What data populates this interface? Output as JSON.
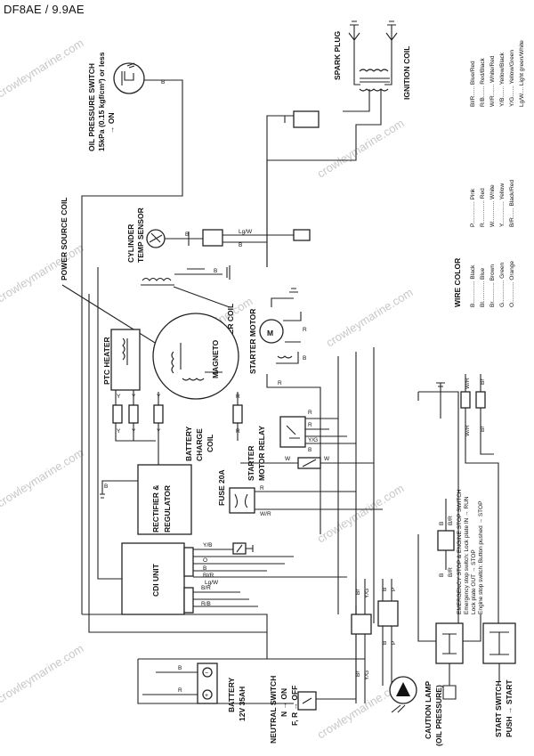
{
  "header": {
    "title": "DF8AE / 9.9AE"
  },
  "components": {
    "oil_pressure_switch": "OIL PRESSURE SWITCH",
    "oil_pressure_spec1": "15kPa (0.15 kgf/cm²) or less",
    "oil_pressure_spec2": "→ ON",
    "spark_plug": "SPARK PLUG",
    "ignition_coil": "IGNITION COIL",
    "power_source_coil": "POWER SOURCE COIL",
    "cylinder_temp_sensor1": "CYLINDER",
    "cylinder_temp_sensor2": "TEMP SENSOR",
    "pulser_coil": "PULSER COIL",
    "starter_motor": "STARTER MOTOR",
    "starter_motor_symbol": "M",
    "ptc_heater": "PTC HEATER",
    "magneto": "MAGNETO",
    "battery_charge_coil1": "BATTERY",
    "battery_charge_coil2": "CHARGE",
    "battery_charge_coil3": "COIL",
    "starter_motor_relay1": "STARTER",
    "starter_motor_relay2": "MOTOR RELAY",
    "rectifier1": "RECTIFIER &",
    "rectifier2": "REGULATOR",
    "fuse": "FUSE 20A",
    "cdi_unit": "CDI UNIT",
    "battery1": "BATTERY",
    "battery2": "12V  35AH",
    "neutral_switch1": "NEUTRAL SWITCH",
    "neutral_switch2": "N → ON",
    "neutral_switch3": "F, R → OFF",
    "caution_lamp1": "CAUTION LAMP",
    "caution_lamp2": "(OIL PRESSURE)",
    "start_switch1": "START SWITCH",
    "start_switch2": "PUSH → START",
    "emergency_stop1": "EMERGENCY STOP & ENGINE STOP SWITCH",
    "emergency_stop2": "Emergency stop switch: Lock plate IN → RUN",
    "emergency_stop3": "Lock plate OUT → STOP",
    "emergency_stop4": "Engine stop switch:     Button pushed → STOP"
  },
  "wire_color_title": "WIRE COLOR",
  "wire_colors_left": [
    "B.............. Black",
    "Bl............. Blue",
    "Br............ Brown",
    "G.............. Green",
    "O............. Orange"
  ],
  "wire_colors_mid": [
    "P.............. Pink",
    "R.............. Red",
    "W............. White",
    "Y.............. Yellow",
    "B/R...... Black/Red"
  ],
  "wire_colors_right": [
    "Bl/R...... Blue/Red",
    "R/B....... Red/Black",
    "W/R....... White/Red",
    "Y/B....... Yellow/Black",
    "Y/G....... Yellow/Green",
    "Lg/W.... Light green/White"
  ],
  "wire_labels": {
    "b": "B",
    "r": "R",
    "w": "W",
    "y": "Y",
    "p": "P",
    "br": "Br",
    "lgw": "Lg/W",
    "wr": "W/R",
    "yb": "Y/B",
    "yg": "Y/G",
    "rb": "R/B",
    "blr": "Bl/R",
    "br2": "B/R",
    "o": "O"
  },
  "watermark": "crowleymarine.com"
}
